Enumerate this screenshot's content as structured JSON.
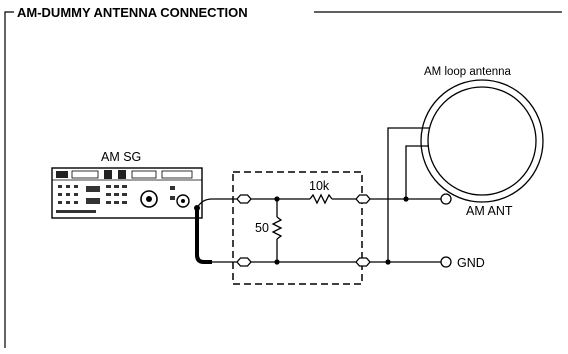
{
  "diagram": {
    "title": "AM-DUMMY ANTENNA CONNECTION",
    "labels": {
      "signal_generator": "AM SG",
      "loop_antenna": "AM loop antenna",
      "resistor_series": "10k",
      "resistor_shunt": "50",
      "terminal_antenna": "AM ANT",
      "terminal_ground": "GND"
    }
  }
}
